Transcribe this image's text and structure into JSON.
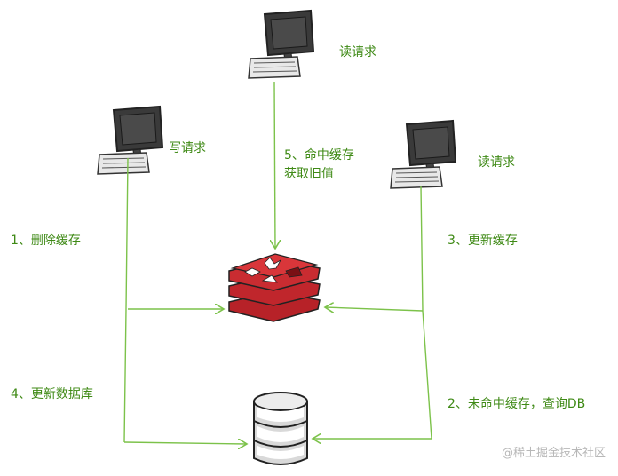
{
  "labels": {
    "read_request_top": "读请求",
    "write_request": "写请求",
    "read_request_right": "读请求",
    "step5_line1": "5、命中缓存",
    "step5_line2": "获取旧值",
    "step1": "1、删除缓存",
    "step3": "3、更新缓存",
    "step4": "4、更新数据库",
    "step2": "2、未命中缓存，查询DB"
  },
  "watermark": "@稀土掘金技术社区",
  "colors": {
    "label": "#3f8a16",
    "arrow": "#7cc24a",
    "cache_red": "#c0262c",
    "db_grey": "#d8d8d8",
    "outline": "#333333"
  },
  "icons": [
    "computer-icon",
    "cache-server-icon",
    "database-icon"
  ]
}
